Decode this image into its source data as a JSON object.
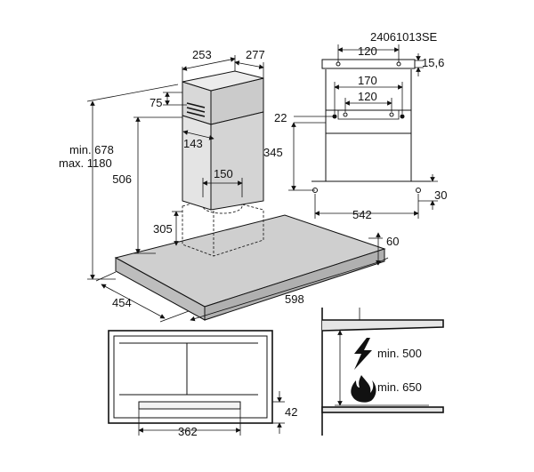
{
  "model_code": "24061013SE",
  "main_view": {
    "chimney_width": "253",
    "chimney_depth": "277",
    "vent_offset": "75",
    "vent_depth": "143",
    "outlet_diameter": "150",
    "chimney_height": "506",
    "motor_height": "305",
    "total_height_min": "min. 678",
    "total_height_max": "max. 1180",
    "hood_depth": "454",
    "hood_width": "598",
    "hood_edge": "60"
  },
  "bracket_view": {
    "top_spacing": "120",
    "top_offset": "15,6",
    "mid_spacing_outer": "170",
    "mid_spacing_inner": "120",
    "side_offset": "22",
    "vertical_spacing": "345",
    "bottom_width": "542",
    "bottom_offset": "30"
  },
  "bottom_view": {
    "filter_width": "362",
    "filter_height": "42"
  },
  "clearance_view": {
    "electric_min": "min. 500",
    "gas_min": "min. 650"
  }
}
